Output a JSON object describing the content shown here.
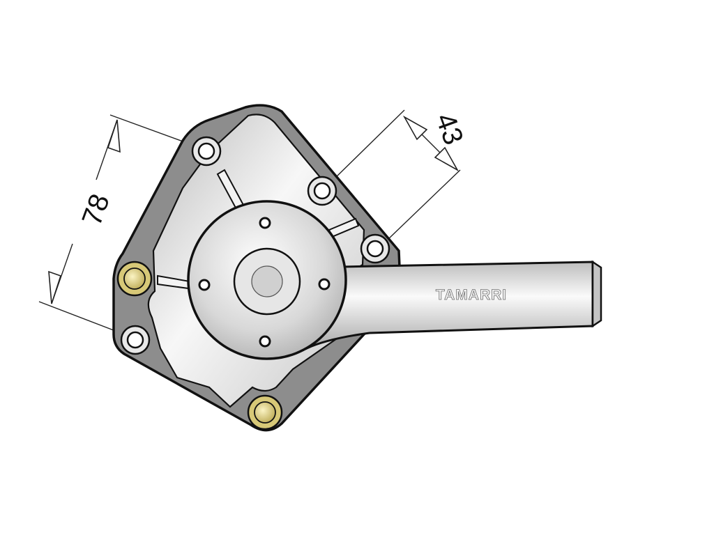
{
  "drawing": {
    "dimensions": [
      {
        "id": "bolt-spacing",
        "value": "78"
      },
      {
        "id": "hole-offset",
        "value": "43"
      }
    ],
    "brand": "TAMARRI",
    "colors": {
      "outline": "#111111",
      "flange": "#8d8d8d",
      "body": "#d9d9d9",
      "brass": "#e6d98f"
    }
  }
}
